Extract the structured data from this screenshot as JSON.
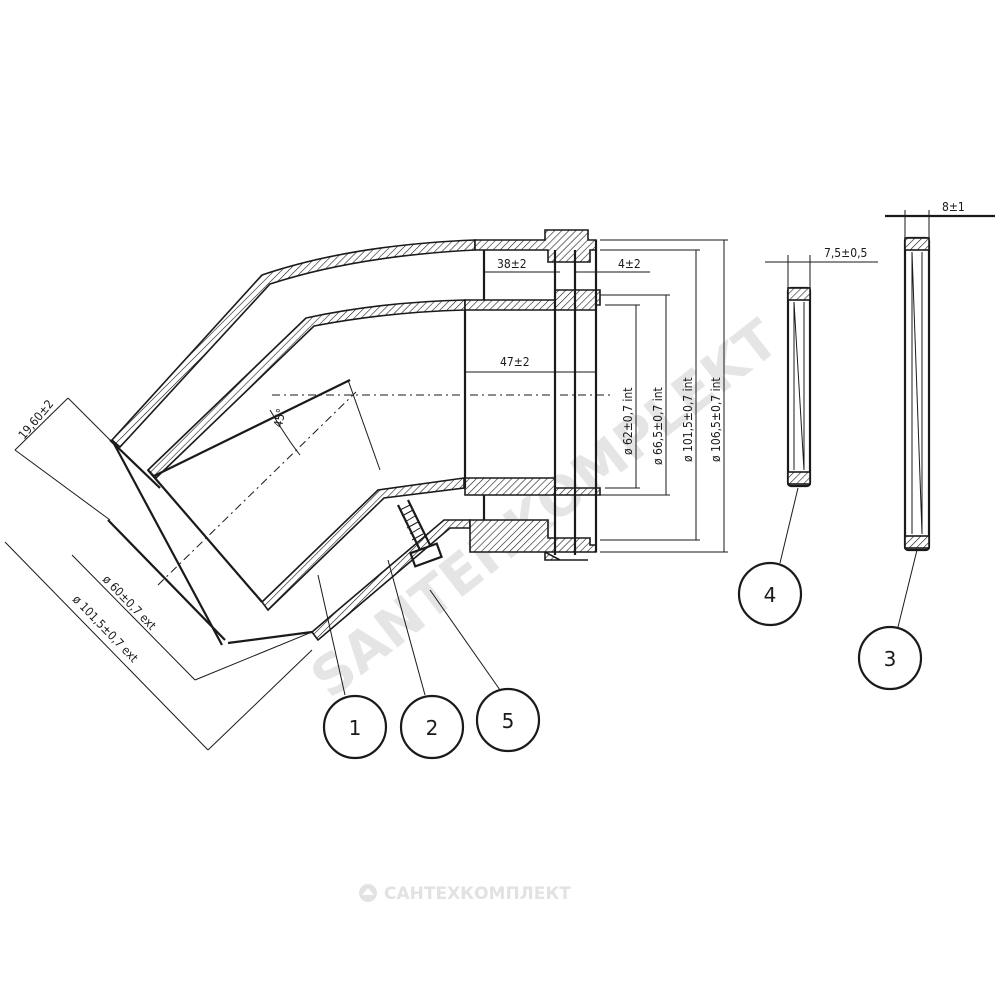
{
  "dimensions": {
    "elbow_angle": "45°",
    "offset_length": "19,60±2",
    "outer_diameter_small": "ø 60±0,7 ext",
    "outer_diameter_large": "ø 101,5±0,7 ext",
    "socket_depth_outer": "38±2",
    "ring_width": "4±2",
    "socket_depth_inner": "47±2",
    "inner_diameter_1": "ø 62±0,7 int",
    "inner_diameter_2": "ø 66,5±0,7 int",
    "inner_diameter_3": "ø 101,5±0,7 int",
    "inner_diameter_4": "ø 106,5±0,7 int",
    "seal_4_width": "7,5±0,5",
    "seal_3_width": "8±1"
  },
  "callouts": [
    "1",
    "2",
    "5",
    "4",
    "3"
  ],
  "watermark": {
    "text": "SANTEHKOMPLEKT",
    "footer_text": "САНТЕХКОМПЛЕКТ"
  }
}
